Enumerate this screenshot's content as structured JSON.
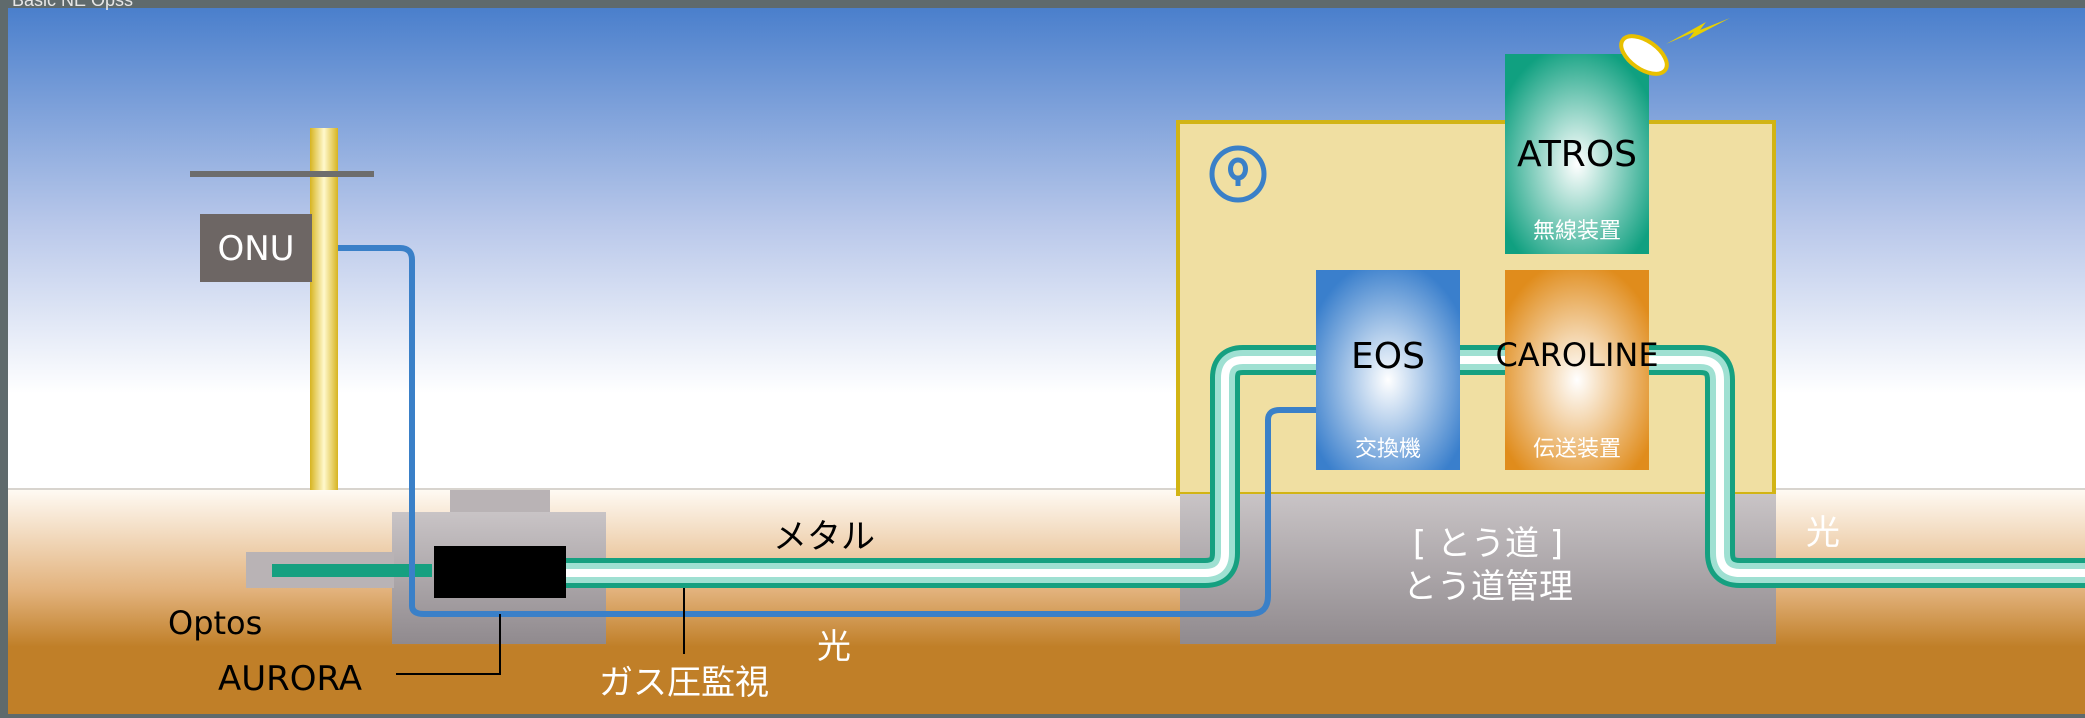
{
  "window": {
    "title": "Basic NE Opss"
  },
  "labels": {
    "onu": "ONU",
    "optos": "Optos",
    "aurora": "AURORA",
    "metal": "メタル",
    "gas_monitor": "ガス圧監視",
    "hikari_lower": "光",
    "hikari_right": "光",
    "toudou_bracket": "[ とう道 ]",
    "toudou_manage": "とう道管理"
  },
  "equipment": {
    "atros": {
      "name": "ATROS",
      "sub": "無線装置",
      "color": "#10a080"
    },
    "eos": {
      "name": "EOS",
      "sub": "交換機",
      "color": "#3a7fcc"
    },
    "caroline": {
      "name": "CAROLINE",
      "sub": "伝送装置",
      "color": "#e08c1c"
    }
  },
  "icons": {
    "ntt_logo": "ntt-logo-icon",
    "antenna": "satellite-dish-icon",
    "signal": "lightning-icon"
  },
  "colors": {
    "sky_top": "#4a7fcc",
    "ground_bottom": "#c07f28",
    "building": "#f0dfa2",
    "building_border": "#d2b414",
    "fiber": "#3a80c8",
    "pipe": "#20a08a"
  }
}
